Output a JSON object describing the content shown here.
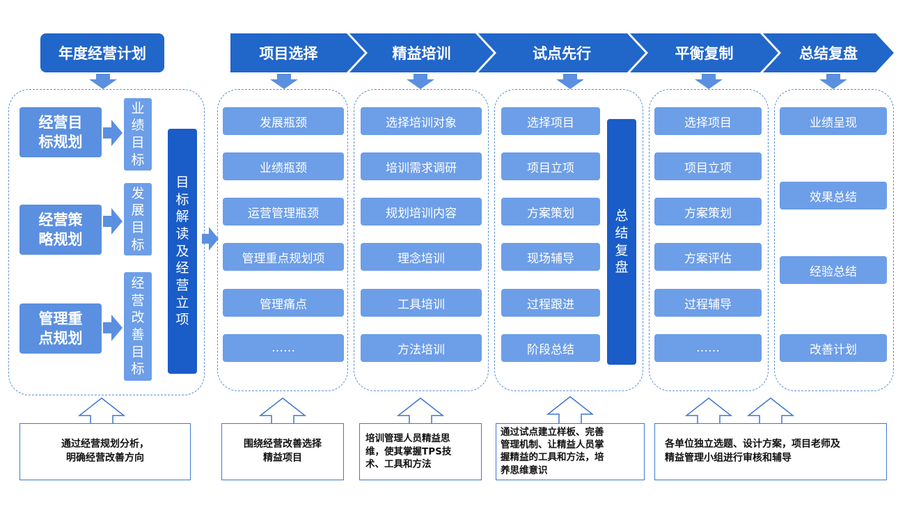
{
  "colors": {
    "dark_blue": "#2166c9",
    "mid_blue": "#1a5cc8",
    "light_blue": "#6d9ee8",
    "left_blue": "#5b8fe0",
    "arrow_blue": "#5b8fe0",
    "dashed_border": "#5b8fd6",
    "note_border": "#3d77cf"
  },
  "annual_plan": {
    "title": "年度经营计划",
    "left_boxes": [
      "经营目\n标规划",
      "经营策\n略规划",
      "管理重\n点规划"
    ],
    "target_boxes": [
      "业\n绩\n目\n标",
      "发\n展\n目\n标",
      "经\n营\n改\n善\n目\n标"
    ],
    "interpret_box": "目\n标\n解\n读\n及\n经\n营\n立\n项",
    "note": "通过经营规划分析，\n明确经营改善方向"
  },
  "steps": [
    {
      "label": "项目选择",
      "items": [
        "发展瓶颈",
        "业绩瓶颈",
        "运营管理瓶颈",
        "管理重点规划项",
        "管理痛点",
        "……"
      ],
      "note": "围绕经营改善选择\n精益项目"
    },
    {
      "label": "精益培训",
      "items": [
        "选择培训对象",
        "培训需求调研",
        "规划培训内容",
        "理念培训",
        "工具培训",
        "方法培训"
      ],
      "note": "培训管理人员精益思\n维，使其掌握TPS技\n术、工具和方法"
    },
    {
      "label": "试点先行",
      "items": [
        "选择项目",
        "项目立项",
        "方案策划",
        "现场辅导",
        "过程跟进",
        "阶段总结"
      ],
      "side_box": "总\n结\n复\n盘",
      "note": "通过试点建立样板、完善\n管理机制、让精益人员掌\n握精益的工具和方法，培\n养思维意识"
    },
    {
      "label": "平衡复制",
      "items": [
        "选择项目",
        "项目立项",
        "方案策划",
        "方案评估",
        "过程辅导",
        "……"
      ]
    },
    {
      "label": "总结复盘",
      "items": [
        "业绩呈现",
        "效果总结",
        "经验总结",
        "改善计划"
      ]
    }
  ],
  "shared_note": "各单位独立选题、设计方案，项目老师及\n精益管理小组进行审核和辅导"
}
